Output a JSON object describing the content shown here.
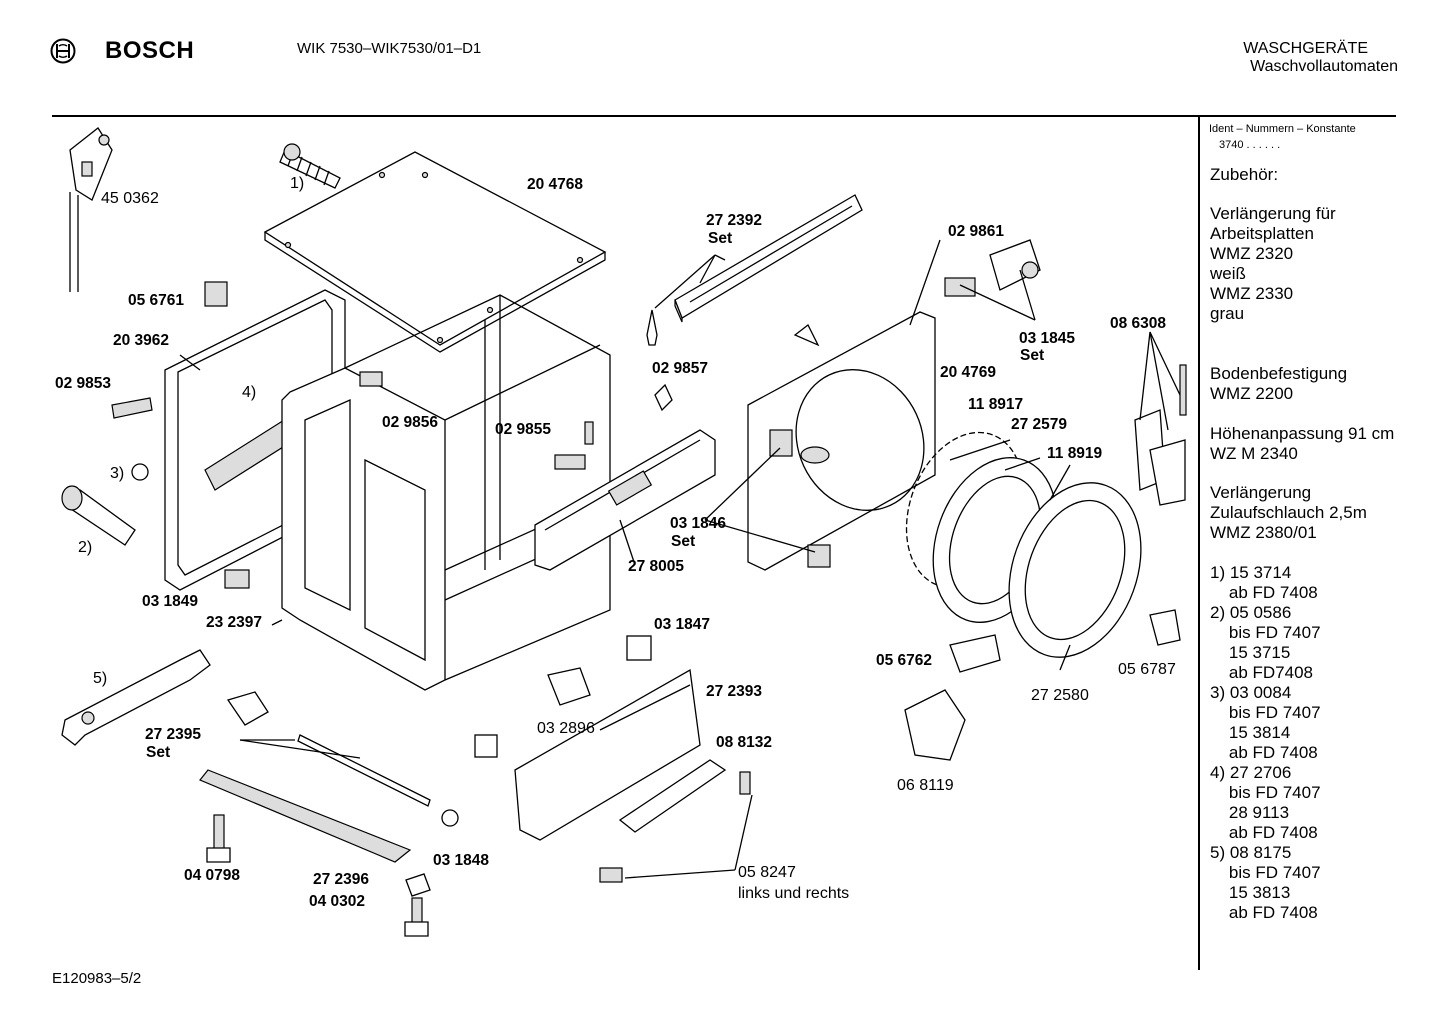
{
  "header": {
    "brand": "BOSCH",
    "model": "WIK 7530–WIK7530/01–D1",
    "category_line1": "WASCHGERÄTE",
    "category_line2": "Waschvollautomaten"
  },
  "sidebar": {
    "ident_title": "Ident – Nummern – Konstante",
    "ident_value": "3740  .  .  .  .  .  .",
    "accessories_title": "Zubehör:",
    "lines": [
      "Verlängerung für",
      "Arbeitsplatten",
      "WMZ 2320",
      "weiß",
      "WMZ 2330",
      "grau",
      "",
      "Bodenbefestigung",
      "WMZ 2200",
      "Höhenanpassung 91 cm",
      "WZ M 2340",
      "Verlängerung",
      "Zulaufschlauch 2,5m",
      "WMZ 2380/01",
      "",
      "1) 15 3714",
      "    ab FD 7408",
      "2) 05 0586",
      "    bis FD 7407",
      "    15 3715",
      "    ab FD7408",
      "3) 03 0084",
      "    bis FD 7407",
      "    15 3814",
      "    ab FD 7408",
      "4) 27 2706",
      "    bis FD 7407",
      "    28 9113",
      "    ab FD 7408",
      "5) 08 8175",
      "    bis FD 7407",
      "    15 3813",
      "    ab FD 7408"
    ]
  },
  "parts": {
    "p450362": "45 0362",
    "fn1": "1)",
    "p204768": "20 4768",
    "p272392": "27 2392",
    "set1": "Set",
    "p029861": "02 9861",
    "p056761": "05 6761",
    "p203962": "20 3962",
    "p029853": "02 9853",
    "fn4": "4)",
    "fn3": "3)",
    "fn2": "2)",
    "p029856": "02 9856",
    "p029857": "02 9857",
    "p029855": "02 9855",
    "p031845": "03 1845",
    "set2": "Set",
    "p086308": "08 6308",
    "p204769": "20 4769",
    "p118917": "11 8917",
    "p272579": "27 2579",
    "p118919": "11 8919",
    "p031846": "03 1846",
    "set3": "Set",
    "p278005": "27 8005",
    "p031849": "03 1849",
    "p232397": "23 2397",
    "p031847": "03 1847",
    "fn5": "5)",
    "p056762": "05 6762",
    "p056787": "05 6787",
    "p272580": "27 2580",
    "p272393": "27 2393",
    "p032896": "03 2896",
    "p272395": "27 2395",
    "set4": "Set",
    "p088132": "08 8132",
    "p068119": "06 8119",
    "p040798": "04 0798",
    "p031848": "03 1848",
    "p272396": "27 2396",
    "p040302": "04 0302",
    "p058247": "05 8247",
    "links": "links und rechts"
  },
  "footer": {
    "code": "E120983–5/2"
  }
}
